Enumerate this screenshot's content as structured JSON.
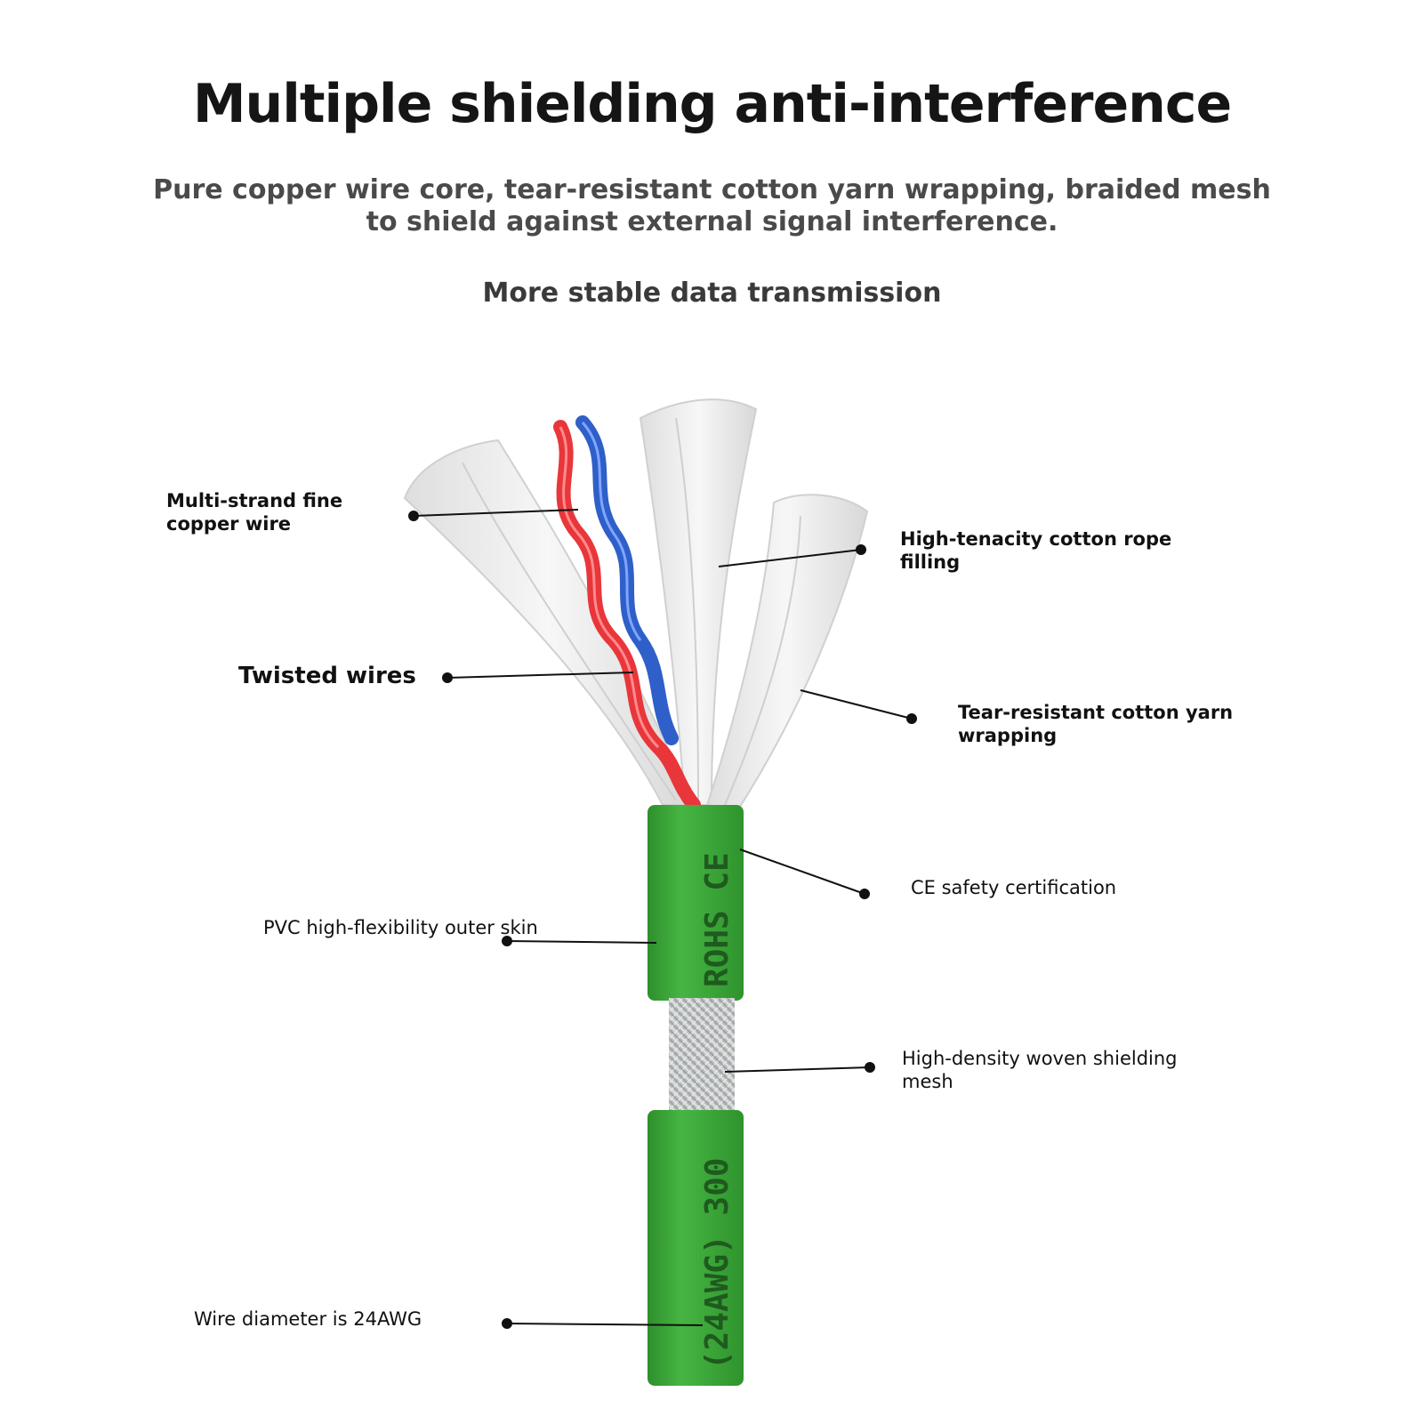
{
  "title": "Multiple shielding anti-interference",
  "subtitle": "Pure copper wire core, tear-resistant cotton yarn wrapping, braided mesh to shield against external signal interference.",
  "tagline": "More stable data transmission",
  "labels": {
    "copper": "Multi-strand fine copper wire",
    "twisted": "Twisted wires",
    "rope": "High-tenacity cotton rope filling",
    "yarn": "Tear-resistant cotton yarn wrapping",
    "ce": "CE safety certification",
    "pvc": "PVC high-flexibility outer skin",
    "mesh": "High-density woven shielding mesh",
    "diameter": "Wire diameter is 24AWG"
  },
  "cable_markings": {
    "upper": "ROHS CE",
    "lower": "(24AWG) 300"
  },
  "colors": {
    "jacket": "#3faa3c",
    "wire_red": "#e8363a",
    "wire_blue": "#2f5fc8",
    "cotton": "#eeeeee"
  }
}
